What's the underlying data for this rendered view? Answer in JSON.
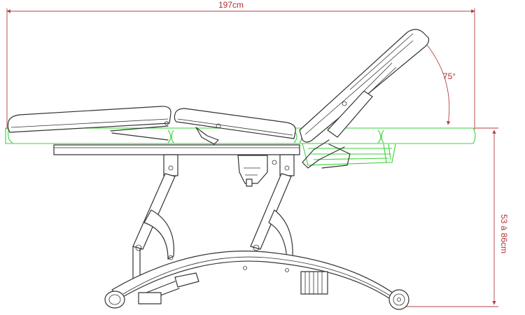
{
  "dimensions": {
    "length_label": "197cm",
    "angle_label": "75°",
    "height_label": "53 à 86cm"
  },
  "colors": {
    "outline": "#333333",
    "flat_position_outline": "#39d239",
    "dimension_lines": "#b04040",
    "dimension_text": "#b03030"
  }
}
